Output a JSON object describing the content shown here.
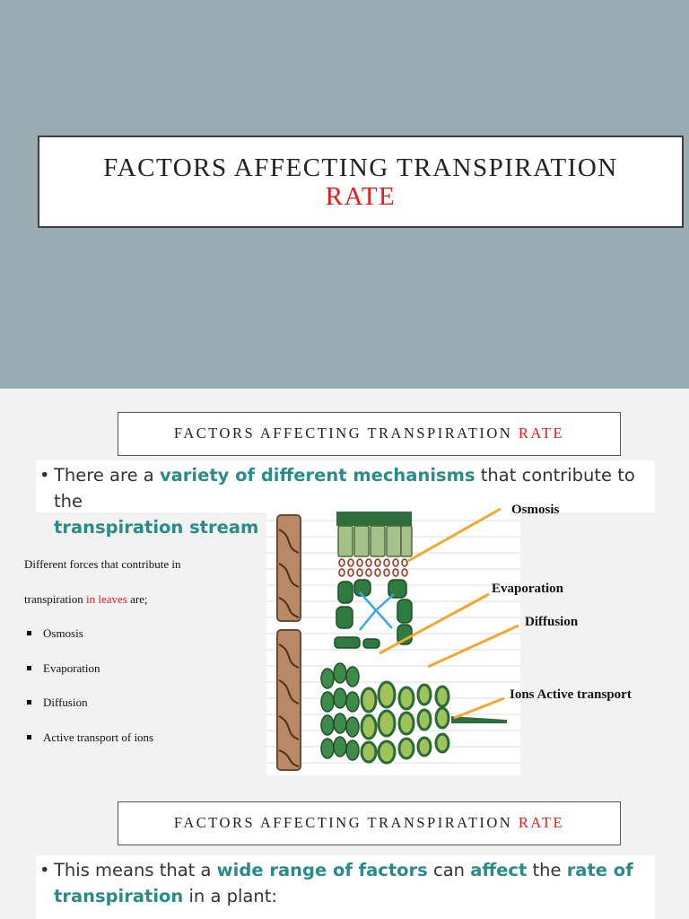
{
  "slide1": {
    "title_line1": "FACTORS AFFECTING TRANSPIRATION",
    "title_line2": "RATE"
  },
  "slide2": {
    "header1": {
      "text": "FACTORS AFFECTING TRANSPIRATION",
      "highlight": "RATE"
    },
    "bullet1": {
      "t1": "There are a ",
      "h1": "variety of different mechanisms",
      "t2": " that contribute to the",
      "h2": "transpiration stream"
    },
    "intro_line1": "Different forces that contribute in",
    "intro_line2_a": "transpiration ",
    "intro_line2_b": "in leaves",
    "intro_line2_c": " are;",
    "forces": [
      "Osmosis",
      "Evaporation",
      "Diffusion",
      "Active transport of ions"
    ],
    "diagram_labels": {
      "osmosis": "Osmosis",
      "evaporation": "Evaporation",
      "diffusion": "Diffusion",
      "ions": "Ions Active transport"
    },
    "header2": {
      "text": "FACTORS AFFECTING TRANSPIRATION",
      "highlight": "RATE"
    },
    "bullet2": {
      "t1": "This means that a ",
      "h1": "wide range of factors",
      "t2": " can ",
      "h2": "affect",
      "t3": " the ",
      "h3": "rate of",
      "h4": "transpiration",
      "t4": " in a plant:"
    }
  },
  "colors": {
    "slide1_bg": "#9aabb2",
    "accent_red": "#e81a1a",
    "highlight_teal": "#2a8b8b",
    "pointer_orange": "#f0a830"
  }
}
